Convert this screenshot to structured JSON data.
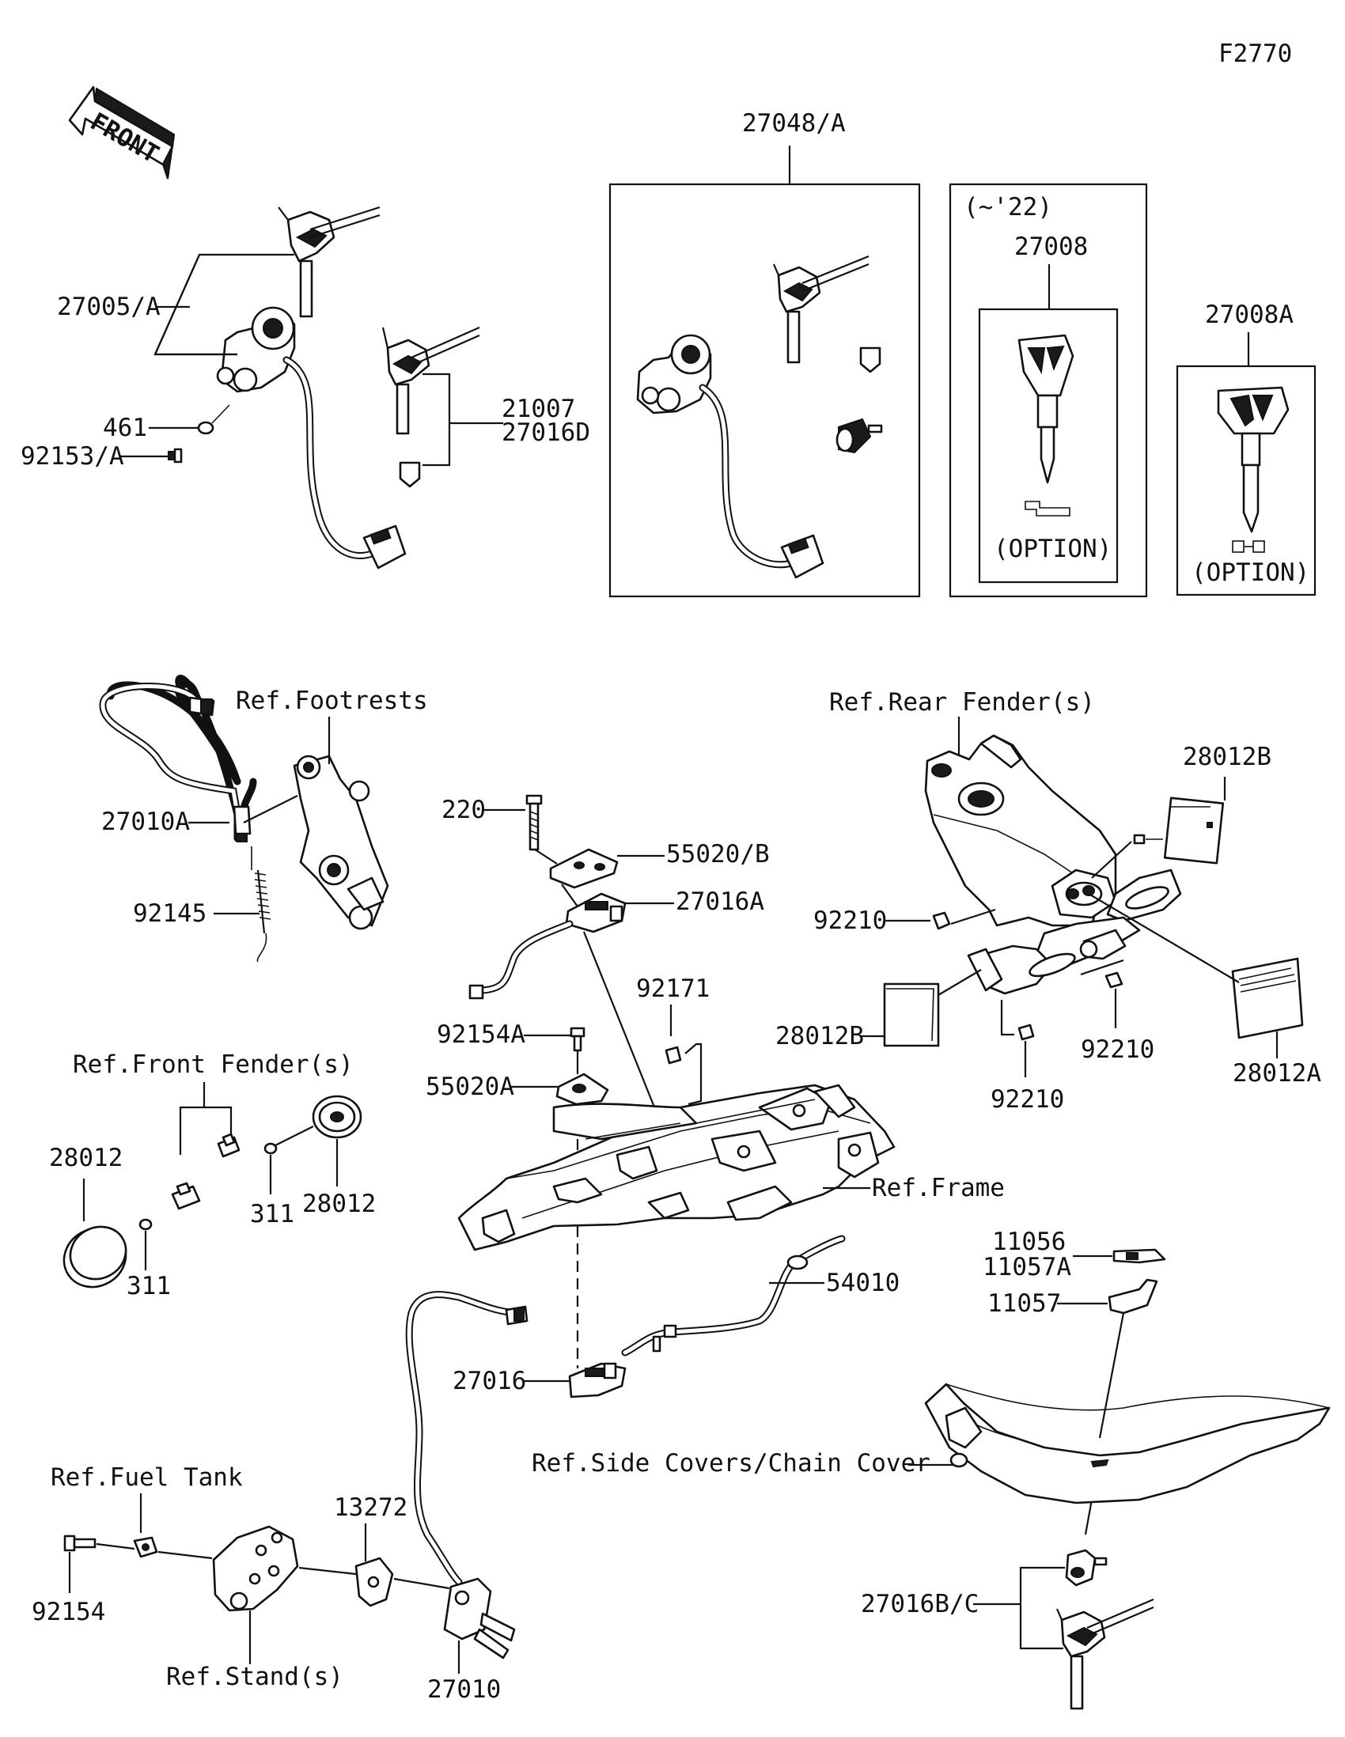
{
  "diagram_id": "F2770",
  "front_arrow_text": "FRONT",
  "labels": {
    "l_27048A": "27048/A",
    "l_22": "(~'22)",
    "l_27008": "27008",
    "l_27008A": "27008A",
    "l_option1": "(OPTION)",
    "l_option2": "(OPTION)",
    "l_27005A": "27005/A",
    "l_461": "461",
    "l_92153A": "92153/A",
    "l_21007": "21007",
    "l_27016D": "27016D",
    "l_refFootrests": "Ref.Footrests",
    "l_27010A": "27010A",
    "l_92145": "92145",
    "l_220": "220",
    "l_55020B": "55020/B",
    "l_27016A": "27016A",
    "l_refRearFender": "Ref.Rear Fender(s)",
    "l_28012B_top": "28012B",
    "l_92210_a": "92210",
    "l_92171": "92171",
    "l_92154A": "92154A",
    "l_28012B_low": "28012B",
    "l_92210_b": "92210",
    "l_92210_c": "92210",
    "l_28012A": "28012A",
    "l_55020A": "55020A",
    "l_refFrontFender": "Ref.Front Fender(s)",
    "l_28012_left": "28012",
    "l_28012_right": "28012",
    "l_311_a": "311",
    "l_311_b": "311",
    "l_refFrame": "Ref.Frame",
    "l_11056": "11056",
    "l_11057A": "11057A",
    "l_11057": "11057",
    "l_54010": "54010",
    "l_27016": "27016",
    "l_refSideCovers": "Ref.Side Covers/Chain Cover",
    "l_refFuelTank": "Ref.Fuel Tank",
    "l_13272": "13272",
    "l_92154": "92154",
    "l_refStands": "Ref.Stand(s)",
    "l_27010": "27010",
    "l_27016BC": "27016B/C"
  }
}
